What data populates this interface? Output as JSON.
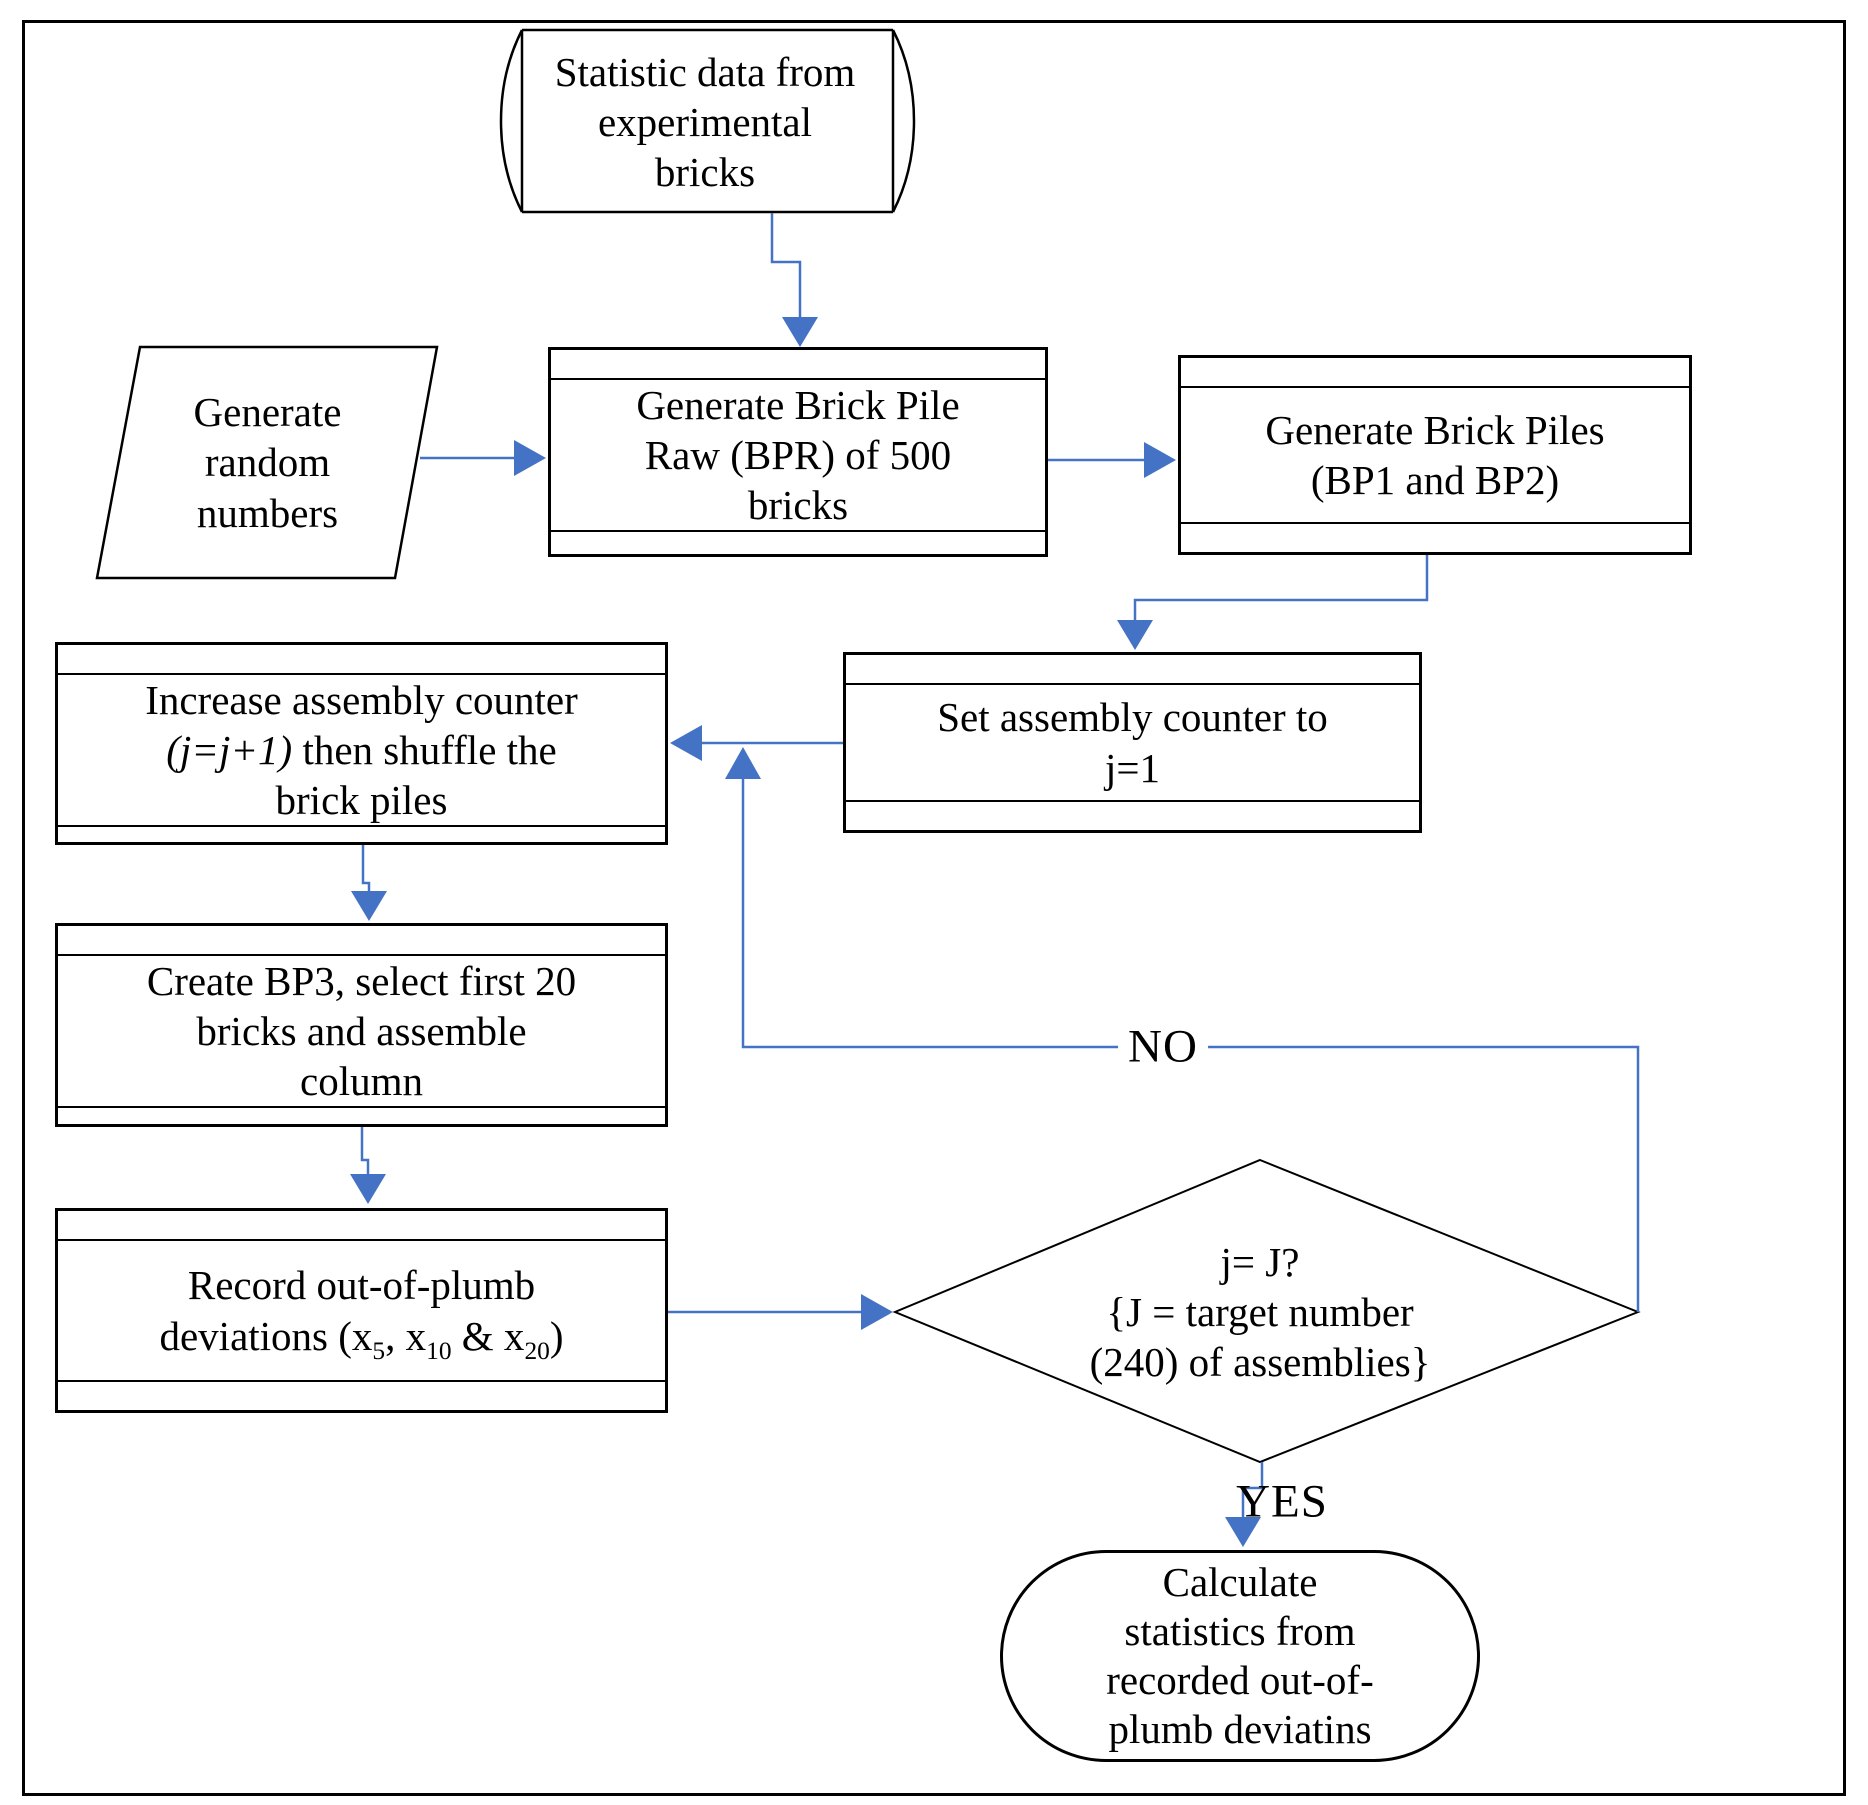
{
  "colors": {
    "connector_blue": "#4472C4",
    "shape_border": "#000000",
    "text": "#000000",
    "background": "#FFFFFF"
  },
  "labels": {
    "no": "NO",
    "yes": "YES"
  },
  "nodes": {
    "stored_data": {
      "lines": [
        "Statistic data from",
        "experimental",
        "bricks"
      ]
    },
    "generate_random": {
      "lines": [
        "Generate",
        "random",
        "numbers"
      ]
    },
    "generate_bpr": {
      "lines": [
        "Generate Brick Pile",
        "Raw (BPR) of 500",
        "bricks"
      ]
    },
    "generate_piles": {
      "lines": [
        "Generate Brick Piles",
        "(BP1 and BP2)"
      ]
    },
    "set_counter": {
      "lines": [
        "Set assembly counter to",
        "j=1"
      ]
    },
    "increase_counter": {
      "line1": "Increase assembly counter",
      "line2_italic": "(j=j+1)",
      "line2_rest": " then shuffle the",
      "line3": "brick piles"
    },
    "create_bp3": {
      "lines": [
        "Create BP3, select first 20",
        "bricks and assemble",
        "column"
      ]
    },
    "record": {
      "line1": "Record out-of-plumb",
      "line2": {
        "pre": "deviations (x",
        "sub1": "5",
        "mid1": ", x",
        "sub2": "10",
        "mid2": " & x",
        "sub3": "20",
        "post": ")"
      }
    },
    "decision": {
      "lines": [
        "j= J?",
        "{J = target number",
        "(240) of assemblies}"
      ]
    },
    "calculate": {
      "lines": [
        "Calculate",
        "statistics from",
        "recorded out-of-",
        "plumb deviatins"
      ]
    }
  }
}
